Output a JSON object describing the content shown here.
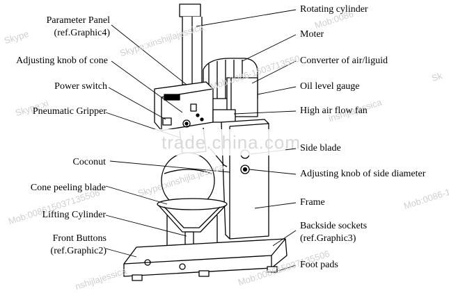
{
  "labels_left": {
    "parameter_panel_1": "Parameter  Panel",
    "parameter_panel_2": "(ref.Graphic4)",
    "adjusting_knob_cone": "Adjusting knob of cone",
    "power_switch": "Power  switch",
    "pneumatic_gripper": "Pneumatic  Gripper",
    "coconut": "Coconut",
    "cone_peeling_blade": "Cone peeling blade",
    "lifting_cylinder": "Lifting Cylinder",
    "front_buttons_1": "Front  Buttons",
    "front_buttons_2": "(ref.Graphic2)"
  },
  "labels_right": {
    "rotating_cylinder": "Rotating cylinder",
    "moter": "Moter",
    "converter": "Converter of air/liguid",
    "oil_level_gauge": "Oil level gauge",
    "high_air_flow_fan": "High air flow fan",
    "side_blade": "Side blade",
    "adjusting_knob_side": "Adjusting knob of side diameter",
    "frame": "Frame",
    "backside_sockets_1": "Backside sockets",
    "backside_sockets_2": "(ref.Graphic3)",
    "foot_pads": "Foot pads"
  },
  "watermarks": {
    "brand": "trade.china.com",
    "skype_1": "Skype:xinshijlajessica",
    "skype_2": "Skype:xi",
    "skype_3": "Skype",
    "skype_4": "Sk",
    "mob_1": "Mob:008615037135506",
    "mob_2": "Mob:0086",
    "mob_3": "Mob:0086-1",
    "mob_4": "Mob:0086-1503713550",
    "mob_5": "Mob:008615037135506",
    "inshi_1": "inshijlajessica",
    "inshi_2": "nshijlajessica",
    "inshi_3": "Skype:xinshijla.jessica"
  },
  "colors": {
    "ink": "#000000",
    "watermark": "#cfcfcf",
    "paper": "#ffffff"
  }
}
